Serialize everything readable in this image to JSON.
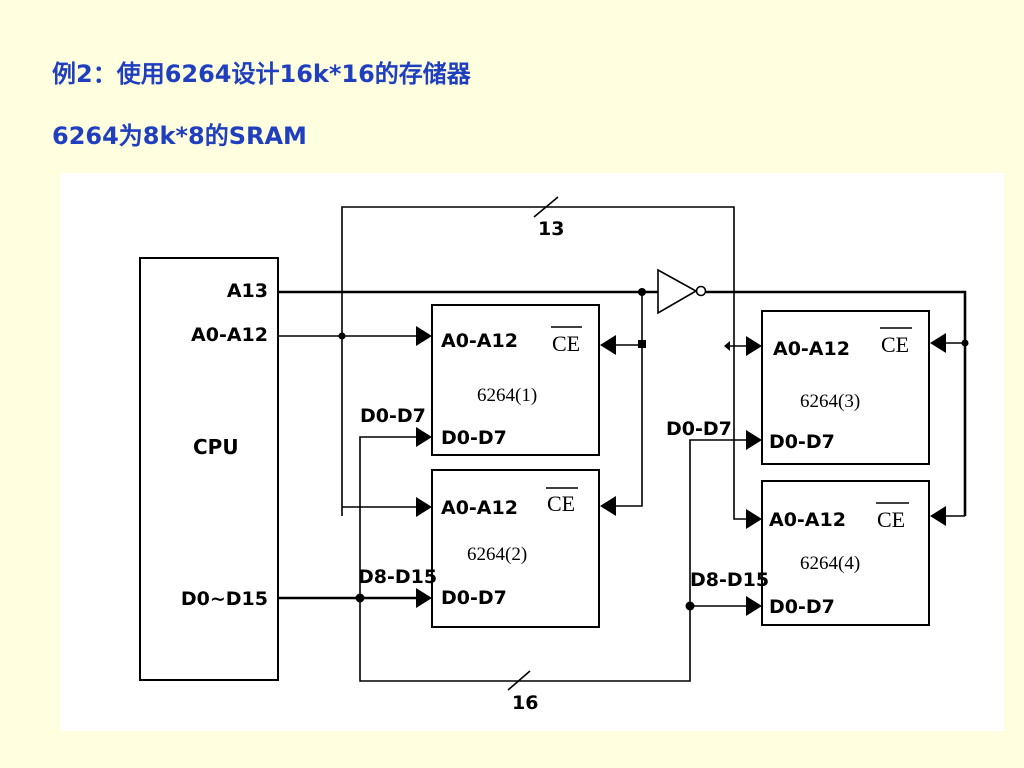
{
  "title": "例2：使用6264设计16k*16的存储器",
  "subtitle": "6264为8k*8的SRAM",
  "diagram": {
    "cpu": {
      "name": "CPU",
      "pins": {
        "a13": "A13",
        "addr": "A0-A12",
        "data": "D0~D15"
      }
    },
    "chips": [
      {
        "name": "6264(1)",
        "addr": "A0-A12",
        "data": "D0-D7",
        "ce": "CE"
      },
      {
        "name": "6264(2)",
        "addr": "A0-A12",
        "data": "D0-D7",
        "ce": "CE"
      },
      {
        "name": "6264(3)",
        "addr": "A0-A12",
        "data": "D0-D7",
        "ce": "CE"
      },
      {
        "name": "6264(4)",
        "addr": "A0-A12",
        "data": "D0-D7",
        "ce": "CE"
      }
    ],
    "bus_labels": {
      "addr_width": "13",
      "data_width": "16",
      "low_left": "D0-D7",
      "high_left": "D8-D15",
      "low_right": "D0-D7",
      "high_right": "D8-D15"
    }
  }
}
